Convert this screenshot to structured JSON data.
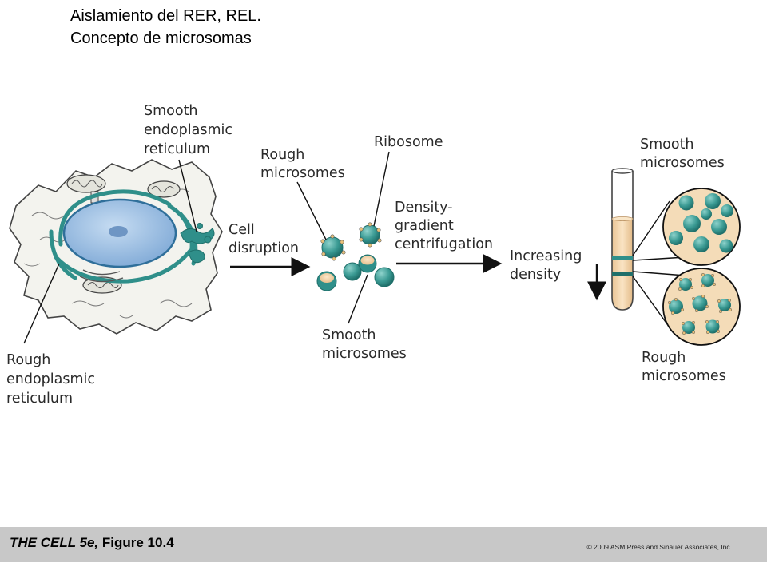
{
  "slide": {
    "title_line1": "Aislamiento del RER, REL.",
    "title_line2": "Concepto de microsomas"
  },
  "figure": {
    "cell_labels": {
      "ser_1": "Smooth",
      "ser_2": "endoplasmic",
      "ser_3": "reticulum",
      "rer_1": "Rough",
      "rer_2": "endoplasmic",
      "rer_3": "reticulum"
    },
    "step1": {
      "line1": "Cell",
      "line2": "disruption"
    },
    "step2": {
      "line1": "Density-",
      "line2": "gradient",
      "line3": "centrifugation"
    },
    "middle": {
      "rough_1": "Rough",
      "rough_2": "microsomes",
      "ribosome": "Ribosome",
      "smooth_1": "Smooth",
      "smooth_2": "microsomes"
    },
    "right": {
      "increasing_1": "Increasing",
      "increasing_2": "density",
      "smooth_1": "Smooth",
      "smooth_2": "microsomes",
      "rough_1": "Rough",
      "rough_2": "microsomes"
    },
    "colors": {
      "teal": "#2f8f8a",
      "teal_light": "#5fb7b0",
      "nucleus": "#9cc2e8",
      "tube_fill": "#f6d9b0",
      "circle_bg": "#f4dcb8"
    }
  },
  "footer": {
    "source_prefix": "THE CELL 5e,",
    "source_figure": "Figure 10.4",
    "copyright": "© 2009 ASM Press and Sinauer Associates, Inc."
  }
}
